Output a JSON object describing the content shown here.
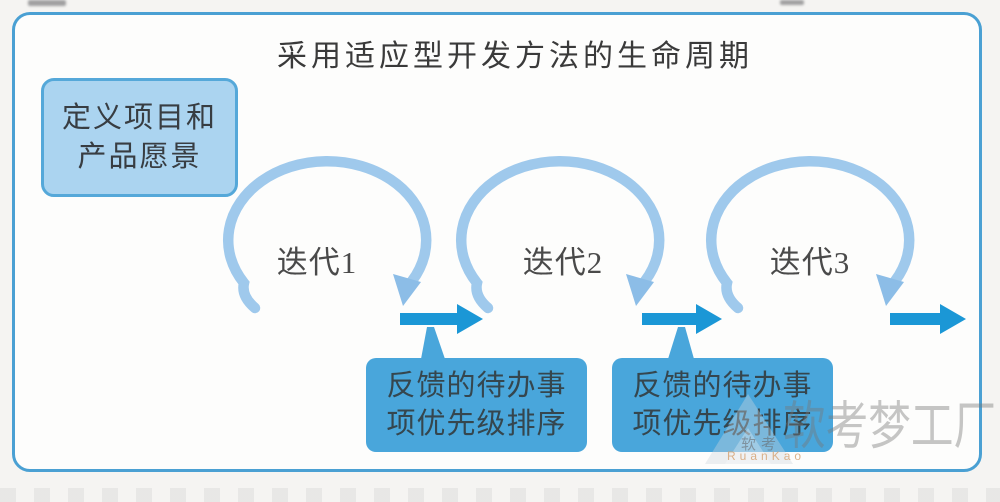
{
  "title": "采用适应型开发方法的生命周期",
  "vision_box": {
    "line1": "定义项目和",
    "line2": "产品愿景"
  },
  "iterations": [
    {
      "label": "迭代1"
    },
    {
      "label": "迭代2"
    },
    {
      "label": "迭代3"
    }
  ],
  "callouts": [
    {
      "line1": "反馈的待办事",
      "line2": "项优先级排序"
    },
    {
      "line1": "反馈的待办事",
      "line2": "项优先级排序"
    }
  ],
  "watermark": {
    "main": "软考梦工厂",
    "small_cn": "软考",
    "small_en": "RuanKao"
  },
  "colors": {
    "frame_border": "#4aa0d3",
    "loop_stroke": "#9fc9ec",
    "loop_head": "#8cbde7",
    "arrow_blue": "#1b97d6",
    "callout_fill": "#49a6db",
    "vision_fill": "#abd4f0",
    "vision_border": "#55a8d9"
  }
}
